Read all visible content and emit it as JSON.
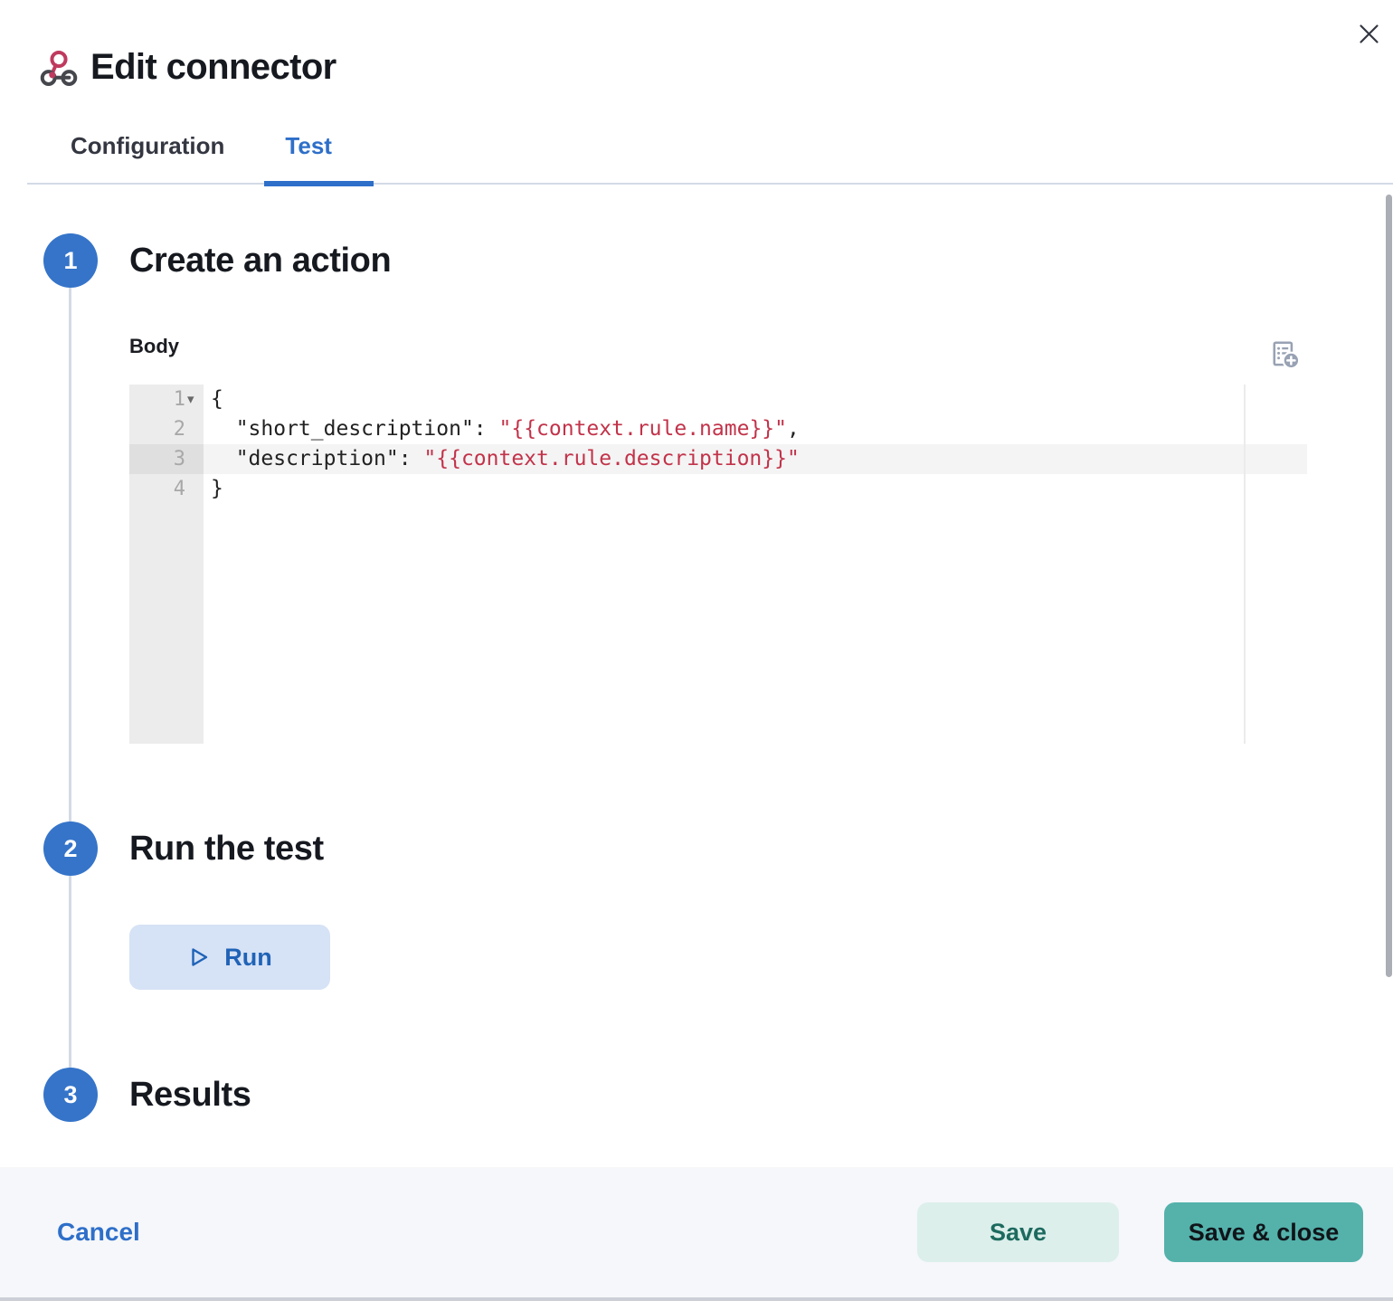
{
  "header": {
    "title": "Edit connector",
    "connector_type_icon": "webhook-icon"
  },
  "tabs": [
    {
      "label": "Configuration",
      "active": false
    },
    {
      "label": "Test",
      "active": true
    }
  ],
  "steps": {
    "step1": {
      "number": "1",
      "title": "Create an action"
    },
    "step2": {
      "number": "2",
      "title": "Run the test"
    },
    "step3": {
      "number": "3",
      "title": "Results"
    }
  },
  "editor": {
    "label": "Body",
    "active_line": 3,
    "lines": [
      {
        "num": "1",
        "pre": "{",
        "value": "",
        "post": "",
        "foldable": true
      },
      {
        "num": "2",
        "pre": "  \"short_description\": ",
        "value": "\"{{context.rule.name}}\"",
        "post": ","
      },
      {
        "num": "3",
        "pre": "  \"description\": ",
        "value": "\"{{context.rule.description}}\"",
        "post": ""
      },
      {
        "num": "4",
        "pre": "}",
        "value": "",
        "post": ""
      }
    ]
  },
  "run": {
    "label": "Run"
  },
  "footer": {
    "cancel_label": "Cancel",
    "save_label": "Save",
    "save_close_label": "Save & close"
  },
  "colors": {
    "link_blue": "#2e6fc9",
    "run_blue": "#1f63b7",
    "step_circle_blue": "#3574c9",
    "code_string_red": "#c2334a",
    "save_fill_teal": "#54b2ab",
    "save_light_teal": "#dcefeb",
    "footer_bg": "#f5f7fa",
    "webhook_pink": "#bf3a5e",
    "webhook_dark": "#45474d"
  }
}
